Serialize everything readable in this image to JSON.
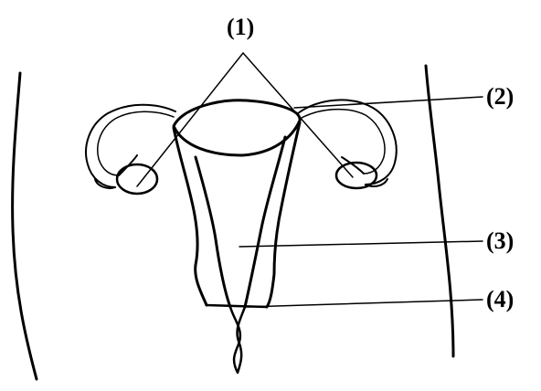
{
  "diagram": {
    "labels": [
      {
        "id": "label-1",
        "text": "(1)"
      },
      {
        "id": "label-2",
        "text": "(2)"
      },
      {
        "id": "label-3",
        "text": "(3)"
      },
      {
        "id": "label-4",
        "text": "(4)"
      }
    ]
  }
}
